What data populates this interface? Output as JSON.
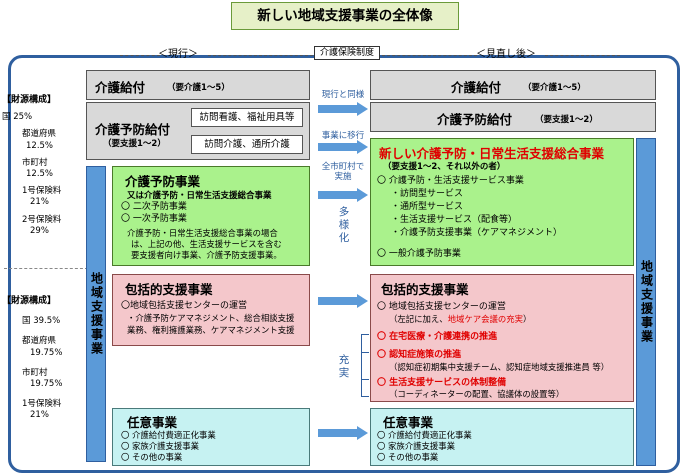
{
  "title": "新しい地域支援事業の全体像",
  "labels": {
    "current": "＜現行＞",
    "reviewed": "＜見直し後＞",
    "insurance_system": "介護保険制度"
  },
  "finance": {
    "upper": {
      "heading": "【財源構成】",
      "lines": [
        "国 25%",
        "都道府県",
        "12.5%",
        "市町村",
        "12.5%",
        "1号保険料",
        "21%",
        "2号保険料",
        "29%"
      ]
    },
    "lower": {
      "heading": "【財源構成】",
      "lines": [
        "国 39.5%",
        "都道府県",
        "19.75%",
        "市町村",
        "19.75%",
        "1号保険料",
        "21%"
      ]
    }
  },
  "left": {
    "care_benefit": {
      "title": "介護給付",
      "sub": "（要介護1～5）"
    },
    "prevention_benefit": {
      "title": "介護予防給付",
      "sub": "（要支援1～2）",
      "item1": "訪問看護、福祉用具等",
      "item2": "訪問介護、通所介護"
    },
    "regional_bar": "地域支援事業",
    "prevention_project": {
      "title": "介護予防事業",
      "sub": "又は介護予防・日常生活支援総合事業",
      "items": [
        "〇 二次予防事業",
        "〇 一次予防事業"
      ],
      "note_lines": [
        "介護予防・日常生活支援総合事業の場合",
        "は、上記の他、生活支援サービスを含む",
        "要支援者向け事業、介護予防支援事業。"
      ]
    },
    "comprehensive": {
      "title": "包括的支援事業",
      "item": "〇地域包括支援センターの運営",
      "detail_lines": [
        "・介護予防ケアマネジメント、総合相談支援",
        "業務、権利擁護業務、ケアマネジメント支援"
      ]
    },
    "optional": {
      "title": "任意事業",
      "items": [
        "〇 介護給付費適正化事業",
        "〇 家族介護支援事業",
        "〇 その他の事業"
      ]
    }
  },
  "middle": {
    "same_as_current": "現行と同様",
    "shift_to_project": "事業に移行",
    "all_municipalities": [
      "全市町村で",
      "実施"
    ],
    "diversify": [
      "多",
      "様",
      "化"
    ],
    "expand": [
      "充",
      "実"
    ]
  },
  "right": {
    "care_benefit": {
      "title": "介護給付",
      "sub": "（要介護1～5）"
    },
    "prevention_benefit": {
      "title": "介護予防給付",
      "sub": "（要支援1～2）"
    },
    "regional_bar": "地域支援事業",
    "new_project": {
      "title": "新しい介護予防・日常生活支援総合事業",
      "sub": "（要支援1～2、それ以外の者）",
      "item1": "〇 介護予防・生活支援サービス事業",
      "subitems": [
        "・訪問型サービス",
        "・通所型サービス",
        "・生活支援サービス（配食等）",
        "・介護予防支援事業（ケアマネジメント）"
      ],
      "item2": "〇 一般介護予防事業"
    },
    "comprehensive": {
      "title": "包括的支援事業",
      "item1": "〇 地域包括支援センターの運営",
      "item1_note_prefix": "（左記に加え、",
      "item1_note_red": "地域ケア会議の充実",
      "item1_note_suffix": "）",
      "item2": "〇 在宅医療・介護連携の推進",
      "item3": "〇 認知症施策の推進",
      "item3_note": "（認知症初期集中支援チーム、認知症地域支援推進員 等）",
      "item4": "〇 生活支援サービスの体制整備",
      "item4_note": "（コーディネーターの配置、協議体の設置等）"
    },
    "optional": {
      "title": "任意事業",
      "items": [
        "〇 介護給付費適正化事業",
        "〇 家族介護支援事業",
        "〇 その他の事業"
      ]
    }
  },
  "colors": {
    "green": "#aaf28c",
    "pink": "#f4c7cb",
    "cyan": "#c6f2f2",
    "gray": "#d9d9d9",
    "blue": "#5b9ad8",
    "red": "#e00000"
  }
}
